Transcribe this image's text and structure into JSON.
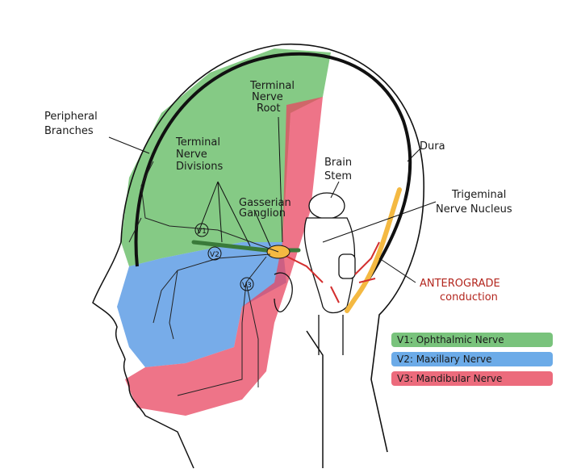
{
  "labels": {
    "peripheral_1": "Peripheral",
    "peripheral_2": "Branches",
    "terminal_root_1": "Terminal",
    "terminal_root_2": "Nerve",
    "terminal_root_3": "Root",
    "terminal_div_1": "Terminal",
    "terminal_div_2": "Nerve",
    "terminal_div_3": "Divisions",
    "gasserian_1": "Gasserian",
    "gasserian_2": "Ganglion",
    "brain_stem_1": "Brain",
    "brain_stem_2": "Stem",
    "dura": "Dura",
    "trigeminal_1": "Trigeminal",
    "trigeminal_2": "Nerve Nucleus",
    "antero_1": "ANTEROGRADE",
    "antero_2": "conduction",
    "v1_mark": "V1",
    "v2_mark": "V2",
    "v3_mark": "V3"
  },
  "legend": [
    {
      "label": "V1: Ophthalmic Nerve",
      "color": "#4caf50"
    },
    {
      "label": "V2: Maxillary Nerve",
      "color": "#3b8fe0"
    },
    {
      "label": "V3: Mandibular Nerve",
      "color": "#e53950"
    }
  ],
  "colors": {
    "ophthalmic": "#5cb85c",
    "maxillary": "#4a90e2",
    "mandibular": "#e84560",
    "ganglion": "#f4b942",
    "outline": "#111111"
  }
}
